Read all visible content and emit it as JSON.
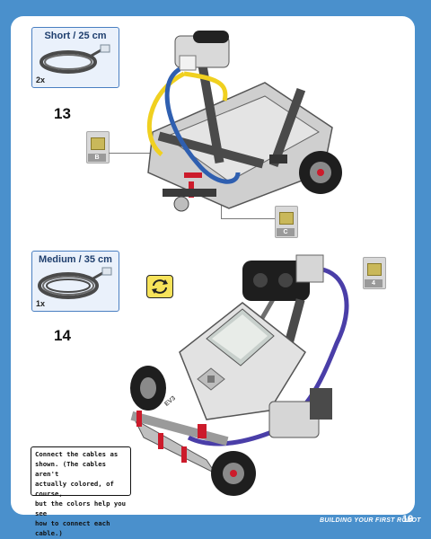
{
  "steps": [
    {
      "number": "13",
      "part": {
        "title": "Short / 25 cm",
        "quantity": "2x"
      },
      "ports": [
        "B",
        "C"
      ]
    },
    {
      "number": "14",
      "part": {
        "title": "Medium / 35 cm",
        "quantity": "1x"
      },
      "ports": [
        "4"
      ],
      "brick_label": "EV3"
    }
  ],
  "note": {
    "lines": [
      "Connect the cables as",
      "shown. (The cables aren't",
      "actually colored, of course,",
      "but the colors help you see",
      "how to connect each cable.)"
    ]
  },
  "footer": {
    "title": "BUILDING YOUR FIRST ROBOT",
    "page_number": "19"
  },
  "colors": {
    "border": "#4a90cc",
    "cable_blue": "#2f5fb0",
    "cable_yellow": "#f0d020",
    "cable_purple": "#4a3ea8",
    "rotate_icon": "#f7e35a"
  },
  "icons": [
    "cable-icon",
    "rotate-icon",
    "port-icon"
  ]
}
